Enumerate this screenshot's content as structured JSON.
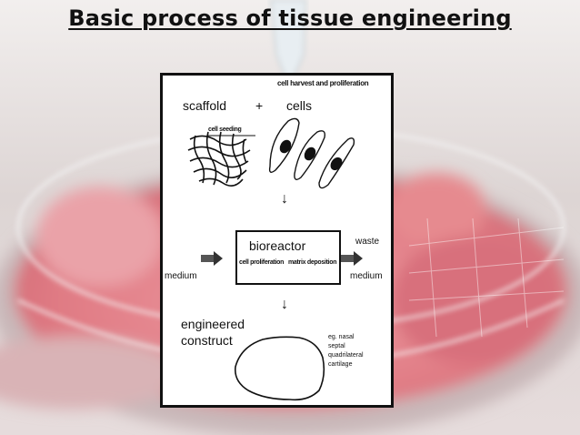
{
  "slide": {
    "title": "Basic process of tissue engineering"
  },
  "figure": {
    "harvest_label": "cell harvest and proliferation",
    "scaffold_label": "scaffold",
    "plus_sign": "+",
    "cells_label": "cells",
    "seeding_label": "cell seeding",
    "arrow_down_1": "↓",
    "bioreactor_label": "bioreactor",
    "cell_proliferation_label": "cell proliferation",
    "matrix_deposition_label": "matrix deposition",
    "waste_label": "waste",
    "medium_in_label": "medium",
    "medium_out_label": "medium",
    "arrow_down_2": "↓",
    "engineered_label": "engineered",
    "construct_label": "construct",
    "note_lines": [
      "eg. nasal",
      "septal",
      "quadrilateral",
      "cartilage"
    ]
  },
  "colors": {
    "dish_liquid": "#e07b84",
    "dish_rim": "#f3f3f3",
    "background": "#e9e4e3",
    "ink": "#111111"
  }
}
